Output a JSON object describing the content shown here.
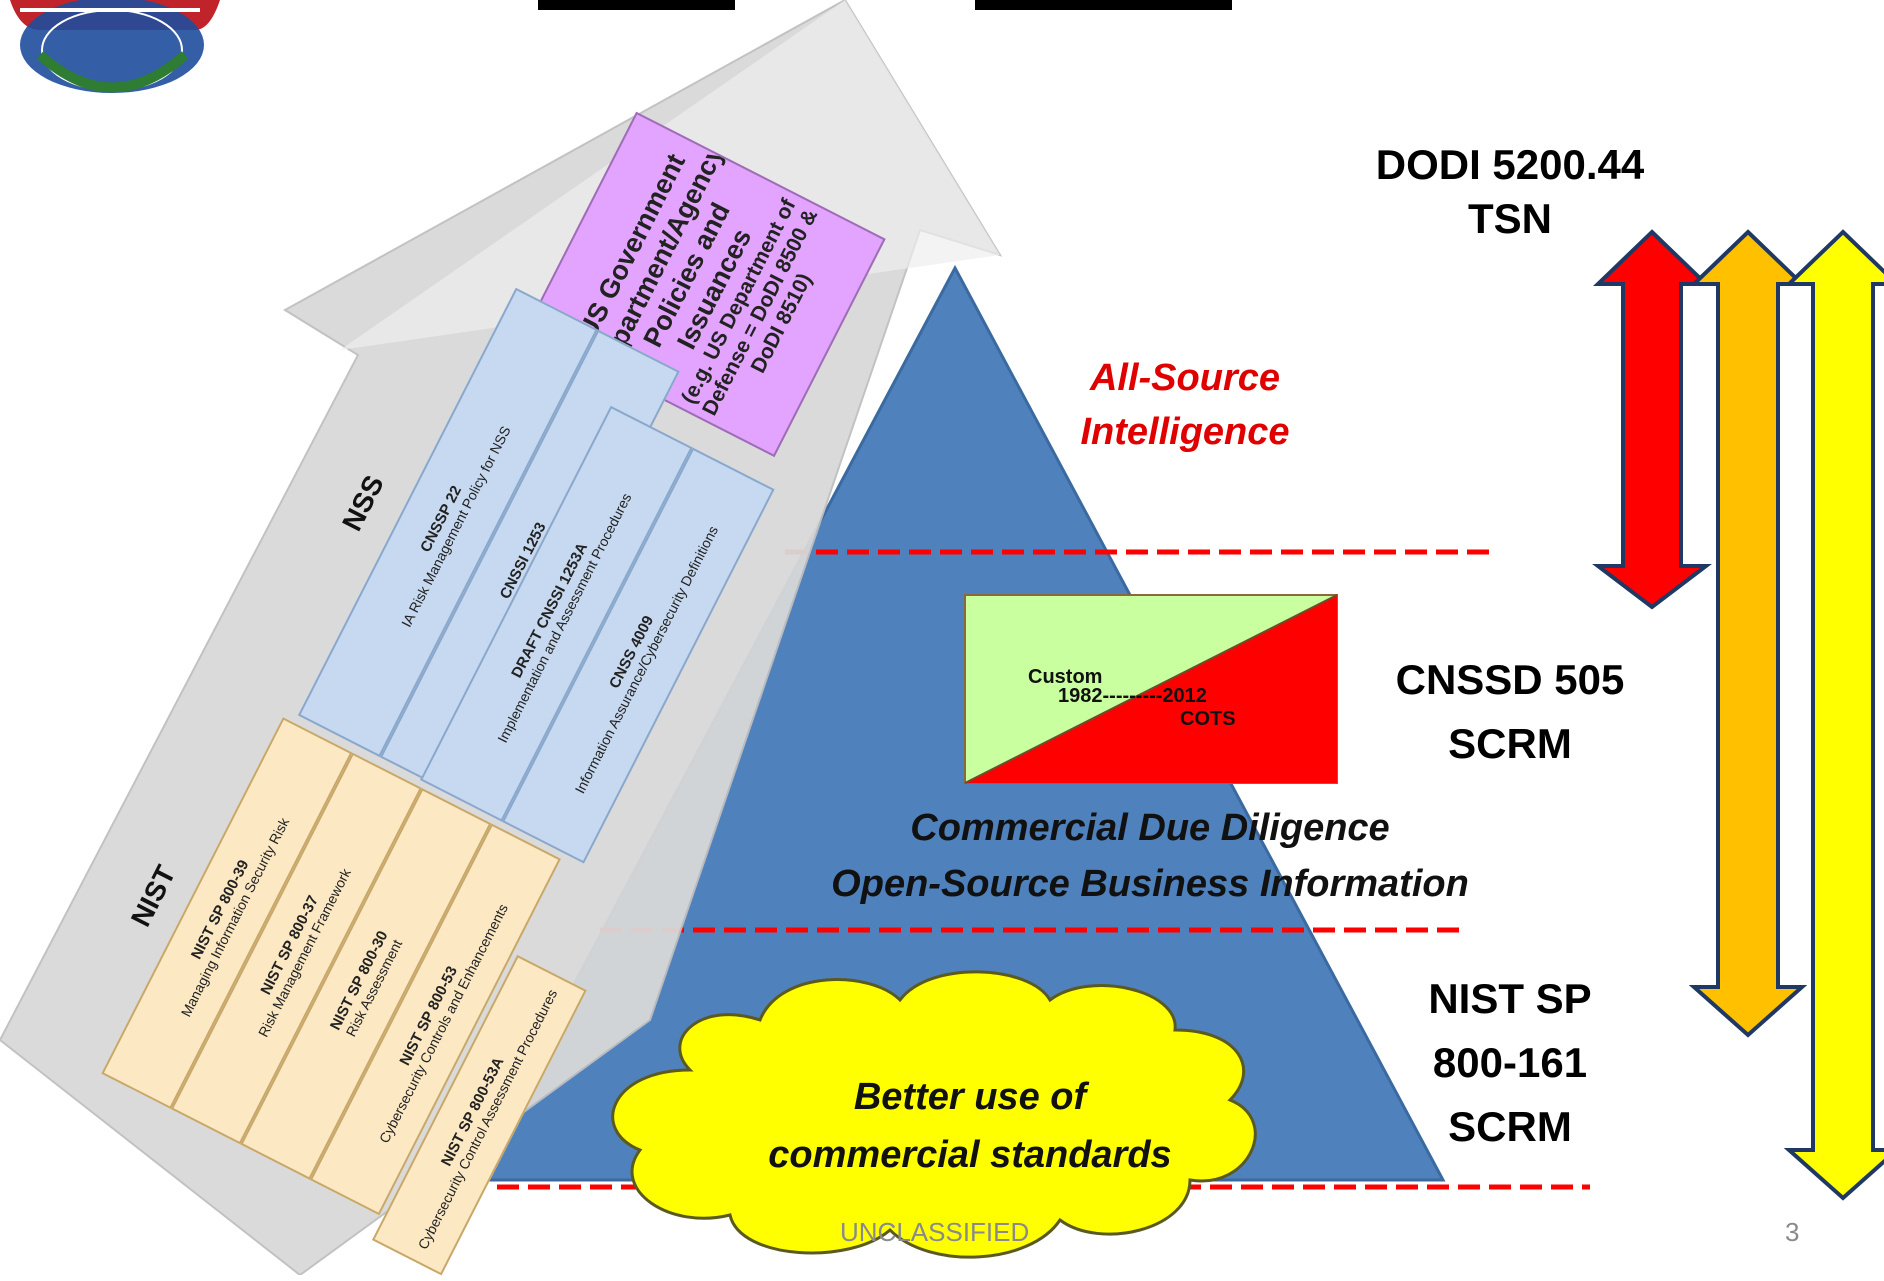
{
  "footer": {
    "classification": "UNCLASSIFIED",
    "page_number": "3"
  },
  "right_labels": {
    "dodi_line1": "DODI 5200.44",
    "dodi_line2": "TSN",
    "cnssd_line1": "CNSSD 505",
    "cnssd_line2": "SCRM",
    "nist_line1": "NIST SP",
    "nist_line2": "800-161",
    "nist_line3": "SCRM"
  },
  "pyramid": {
    "top_line1": "All-Source",
    "top_line2": "Intelligence",
    "middle_line1": "Commercial Due Diligence",
    "middle_line2": "Open-Source Business Information",
    "cloud_line1": "Better use of",
    "cloud_line2": "commercial standards"
  },
  "timeline_box": {
    "custom": "Custom",
    "year_range": "1982---------2012",
    "cots": "COTS"
  },
  "arrow_section": {
    "us_gov_title_1": "US Government",
    "us_gov_title_2": "Department/Agency",
    "us_gov_title_3": "Policies and Issuances",
    "us_gov_sub_1": "(e.g. US Department of",
    "us_gov_sub_2": "Defense = DoDI 8500 &",
    "us_gov_sub_3": "DoDI 8510)",
    "nss_label": "NSS",
    "nss_items": [
      {
        "title": "CNSSP 22",
        "subtitle": "IA Risk Management Policy for NSS"
      },
      {
        "title": "CNSSI 1253",
        "subtitle": "Categorization Baselines NSS Assignment Values"
      },
      {
        "title": "DRAFT CNSSI 1253A",
        "subtitle": "Implementation and Assessment Procedures"
      },
      {
        "title": "CNSS 4009",
        "subtitle": "Information Assurance/Cybersecurity Definitions"
      }
    ],
    "nist_label": "NIST",
    "nist_items": [
      {
        "title": "NIST SP 800-39",
        "subtitle": "Managing Information Security Risk"
      },
      {
        "title": "NIST SP 800-37",
        "subtitle": "Risk Management Framework"
      },
      {
        "title": "NIST SP 800-30",
        "subtitle": "Risk Assessment"
      },
      {
        "title": "NIST SP 800-53",
        "subtitle": "Cybersecurity Controls and Enhancements"
      },
      {
        "title": "NIST SP 800-53A",
        "subtitle": "Cybersecurity Control Assessment Procedures"
      }
    ]
  },
  "colors": {
    "pyramid_blue": "#4f81bd",
    "red": "#ff0000",
    "orange": "#ffc000",
    "yellow": "#ffff00",
    "purple_box": "#e2a4ff",
    "nss_cell": "#c6d9f0",
    "nist_cell": "#fce9c4",
    "timeline_green": "#c9ff9e"
  }
}
